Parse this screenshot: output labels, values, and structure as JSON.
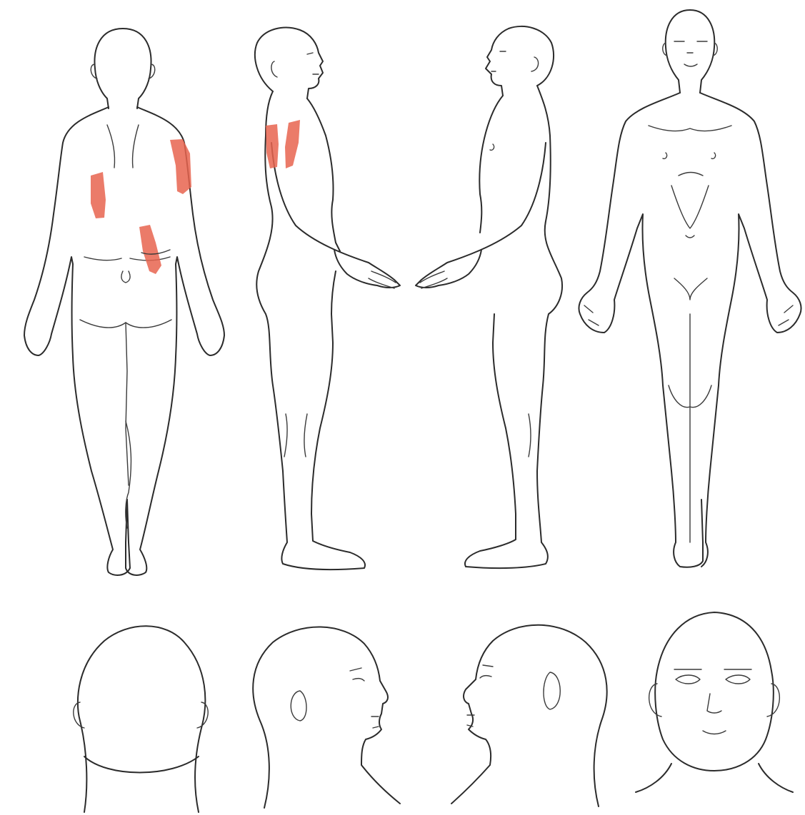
{
  "colors": {
    "background": "#ffffff",
    "line": "#2b2b2b",
    "pain_mark": "#e8644f"
  },
  "figures": {
    "body_back": "body-back-view",
    "body_right_side": "body-right-side-view",
    "body_left_side": "body-left-side-view",
    "body_front": "body-front-view",
    "head_back": "head-back-view",
    "head_right_side": "head-right-side-view",
    "head_left_side": "head-left-side-view",
    "head_front": "head-front-view"
  },
  "pain_marks": [
    {
      "view": "body-back-view",
      "region": "left-shoulder-blade"
    },
    {
      "view": "body-back-view",
      "region": "right-upper-back-shoulder"
    },
    {
      "view": "body-back-view",
      "region": "right-lower-back"
    },
    {
      "view": "body-right-side-view",
      "region": "shoulder-front"
    },
    {
      "view": "body-right-side-view",
      "region": "shoulder-back"
    }
  ]
}
